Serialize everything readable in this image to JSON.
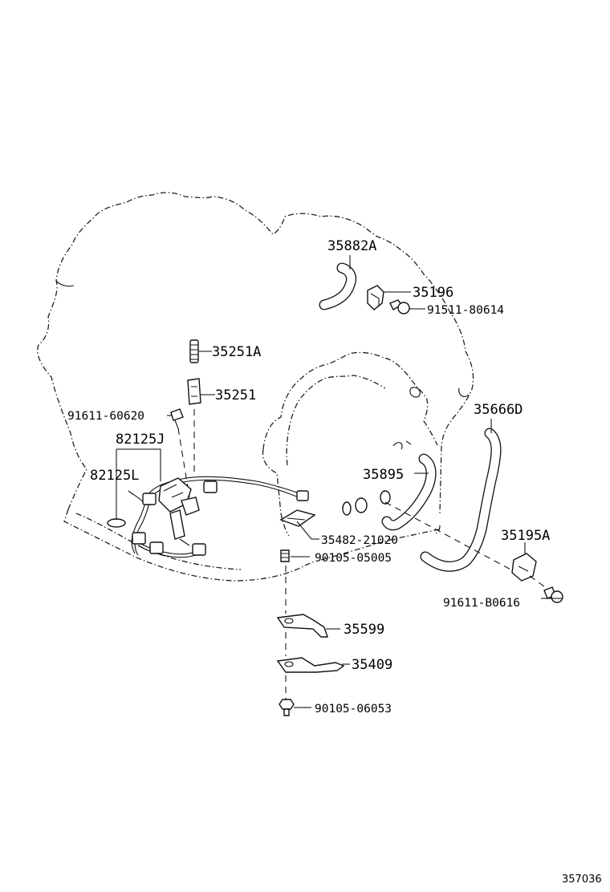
{
  "parts": {
    "p35882A": "35882A",
    "p35196": "35196",
    "p91511_80614": "91511-80614",
    "p35251A": "35251A",
    "p35251": "35251",
    "p91611_60620": "91611-60620",
    "p82125J": "82125J",
    "p82125L": "82125L",
    "p35666D": "35666D",
    "p35895": "35895",
    "p35482_21020": "35482-21020",
    "p90105_05005": "90105-05005",
    "p35195A": "35195A",
    "p91611_B0616": "91611-B0616",
    "p35599": "35599",
    "p35409": "35409",
    "p90105_06053": "90105-06053"
  },
  "diagram_code": "357036"
}
